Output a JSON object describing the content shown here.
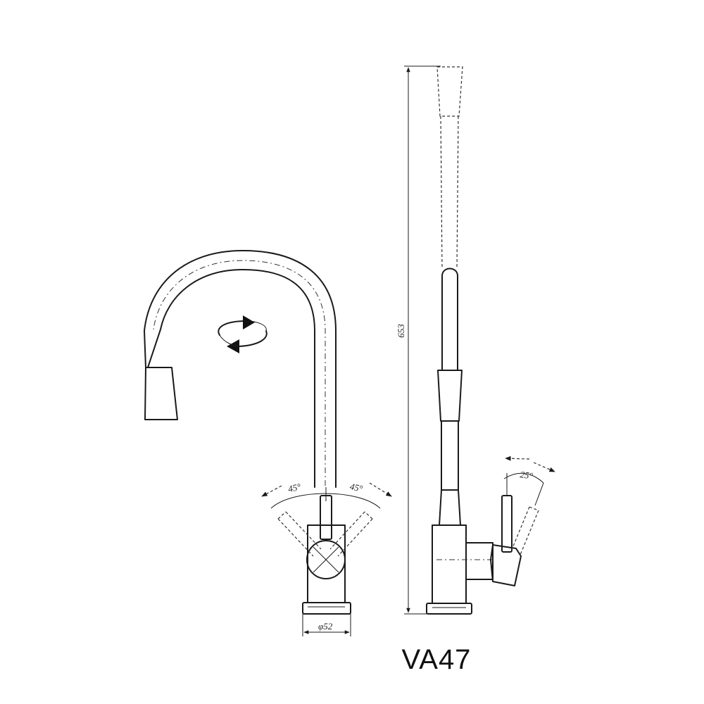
{
  "model_label": "VA47",
  "dimensions": {
    "height": "653",
    "base_diameter": "φ52",
    "swing_left": "45°",
    "swing_right": "45°",
    "lever_tilt": "25°"
  }
}
